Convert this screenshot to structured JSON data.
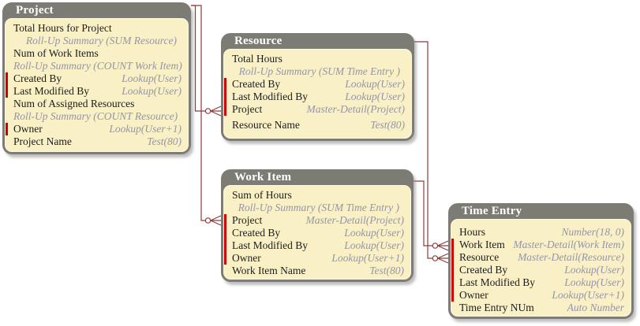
{
  "colors": {
    "header_gray": "#7d7c74",
    "body_yellow": "#faf0c6",
    "required_bar_red": "#cc0000",
    "type_text_gray": "#9595a8",
    "connector_maroon": "#8e3b3b",
    "title_text": "#ffffff"
  },
  "entities": [
    {
      "name": "Project",
      "fields": [
        {
          "name": "Total Hours for Project",
          "type": "Roll-Up Summary (SUM Resource)",
          "required": false,
          "rollup": true
        },
        {
          "name": "Num of Work Items",
          "type": "Roll-Up Summary (COUNT Work Item)",
          "required": false,
          "rollup": true
        },
        {
          "name": "Created By",
          "type": "Lookup(User)",
          "required": true,
          "rollup": false
        },
        {
          "name": "Last Modified By",
          "type": "Lookup(User)",
          "required": true,
          "rollup": false
        },
        {
          "name": "Num of Assigned Resources",
          "type": "Roll-Up Summary (COUNT Resource)",
          "required": false,
          "rollup": true
        },
        {
          "name": "Owner",
          "type": "Lookup(User+1)",
          "required": true,
          "rollup": false
        },
        {
          "name": "Project Name",
          "type": "Test(80)",
          "required": false,
          "rollup": false
        }
      ]
    },
    {
      "name": "Resource",
      "fields": [
        {
          "name": "Total Hours",
          "type": "Roll-Up Summary (SUM Time Entry )",
          "required": false,
          "rollup": true
        },
        {
          "name": "Created By",
          "type": "Lookup(User)",
          "required": true,
          "rollup": false
        },
        {
          "name": "Last Modified By",
          "type": "Lookup(User)",
          "required": true,
          "rollup": false
        },
        {
          "name": "Project",
          "type": "Master-Detail(Project)",
          "required": true,
          "rollup": false
        },
        {
          "name": "Resource Name",
          "type": "Test(80)",
          "required": false,
          "rollup": false
        }
      ]
    },
    {
      "name": "Work Item",
      "fields": [
        {
          "name": "Sum of Hours",
          "type": "Roll-Up Summary (SUM Time Entry )",
          "required": false,
          "rollup": true
        },
        {
          "name": "Project",
          "type": "Master-Detail(Project)",
          "required": true,
          "rollup": false
        },
        {
          "name": "Created By",
          "type": "Lookup(User)",
          "required": true,
          "rollup": false
        },
        {
          "name": "Last Modified By",
          "type": "Lookup(User)",
          "required": true,
          "rollup": false
        },
        {
          "name": "Owner",
          "type": "Lookup(User+1)",
          "required": true,
          "rollup": false
        },
        {
          "name": "Work Item Name",
          "type": "Test(80)",
          "required": false,
          "rollup": false
        }
      ]
    },
    {
      "name": "Time Entry",
      "fields": [
        {
          "name": "Hours",
          "type": "Number(18, 0)",
          "required": false,
          "rollup": false
        },
        {
          "name": "Work Item",
          "type": "Master-Detail(Work Item)",
          "required": true,
          "rollup": false
        },
        {
          "name": "Resource",
          "type": "Master-Detail(Resource)",
          "required": true,
          "rollup": false
        },
        {
          "name": "Created By",
          "type": "Lookup(User)",
          "required": true,
          "rollup": false
        },
        {
          "name": "Last Modified By",
          "type": "Lookup(User)",
          "required": true,
          "rollup": false
        },
        {
          "name": "Owner",
          "type": "Lookup(User+1)",
          "required": true,
          "rollup": false
        },
        {
          "name": "Time Entry NUm",
          "type": "Auto Number",
          "required": false,
          "rollup": false
        }
      ]
    }
  ],
  "relationships": [
    {
      "parent": "Project",
      "child": "Resource",
      "via_field": "Project",
      "type": "Master-Detail",
      "child_end": "zero-or-many"
    },
    {
      "parent": "Project",
      "child": "Work Item",
      "via_field": "Project",
      "type": "Master-Detail",
      "child_end": "zero-or-many"
    },
    {
      "parent": "Work Item",
      "child": "Time Entry",
      "via_field": "Work Item",
      "type": "Master-Detail",
      "child_end": "zero-or-many"
    },
    {
      "parent": "Resource",
      "child": "Time Entry",
      "via_field": "Resource",
      "type": "Master-Detail",
      "child_end": "zero-or-many"
    }
  ]
}
